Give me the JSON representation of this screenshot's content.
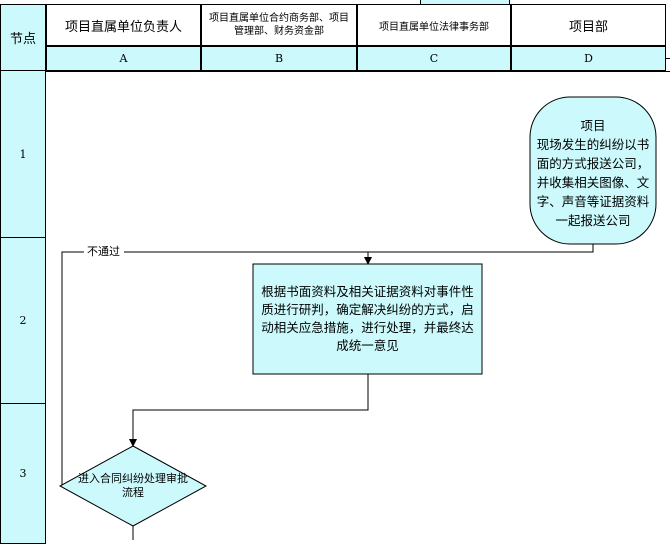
{
  "header": {
    "node_label": "节点",
    "columns": [
      {
        "title": "项目直属单位负责人",
        "letter": "A"
      },
      {
        "title": "项目直属单位合约商务部、项目管理部、财务资金部",
        "letter": "B"
      },
      {
        "title": "项目直属单位法律事务部",
        "letter": "C"
      },
      {
        "title": "项目部",
        "letter": "D"
      }
    ]
  },
  "rows": [
    "1",
    "2",
    "3"
  ],
  "flow": {
    "start_text": "项目\n现场发生的纠纷以书面的方式报送公司，并收集相关图像、文字、声音等证据资料一起报送公司",
    "process_text": "根据书面资料及相关证据资料对事件性质进行研判，确定解决纠纷的方式，启动相关应急措施，进行处理，并最终达成统一意见",
    "decision_text": "进入合同纠纷处理审批流程",
    "edge_label": "不通过"
  }
}
